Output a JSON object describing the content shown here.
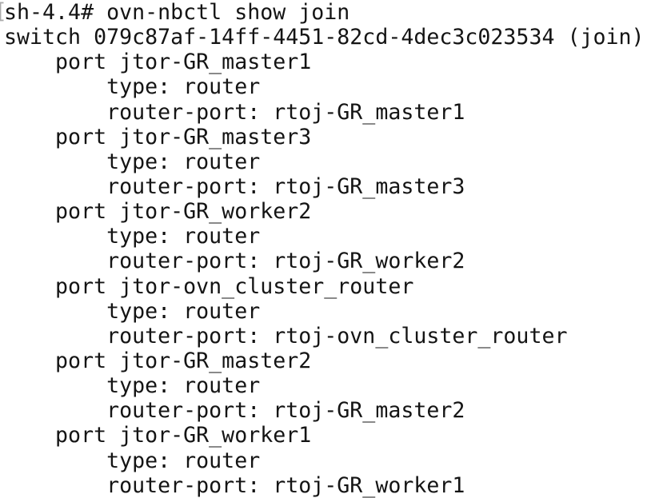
{
  "terminal": {
    "bg_color": "#ffffff",
    "text_color": "#141414",
    "bracket_color": "#ababab",
    "bracket_char": "[",
    "lines": [
      "sh-4.4# ovn-nbctl show join",
      "switch 079c87af-14ff-4451-82cd-4dec3c023534 (join)",
      "    port jtor-GR_master1",
      "        type: router",
      "        router-port: rtoj-GR_master1",
      "    port jtor-GR_master3",
      "        type: router",
      "        router-port: rtoj-GR_master3",
      "    port jtor-GR_worker2",
      "        type: router",
      "        router-port: rtoj-GR_worker2",
      "    port jtor-ovn_cluster_router",
      "        type: router",
      "        router-port: rtoj-ovn_cluster_router",
      "    port jtor-GR_master2",
      "        type: router",
      "        router-port: rtoj-GR_master2",
      "    port jtor-GR_worker1",
      "        type: router",
      "        router-port: rtoj-GR_worker1"
    ],
    "parsed": {
      "prompt": "sh-4.4#",
      "command": "ovn-nbctl show join",
      "switch_id": "079c87af-14ff-4451-82cd-4dec3c023534",
      "switch_label": "(join)",
      "ports": [
        {
          "name": "jtor-GR_master1",
          "type": "router",
          "router_port": "rtoj-GR_master1"
        },
        {
          "name": "jtor-GR_master3",
          "type": "router",
          "router_port": "rtoj-GR_master3"
        },
        {
          "name": "jtor-GR_worker2",
          "type": "router",
          "router_port": "rtoj-GR_worker2"
        },
        {
          "name": "jtor-ovn_cluster_router",
          "type": "router",
          "router_port": "rtoj-ovn_cluster_router"
        },
        {
          "name": "jtor-GR_master2",
          "type": "router",
          "router_port": "rtoj-GR_master2"
        },
        {
          "name": "jtor-GR_worker1",
          "type": "router",
          "router_port": "rtoj-GR_worker1"
        }
      ]
    }
  }
}
